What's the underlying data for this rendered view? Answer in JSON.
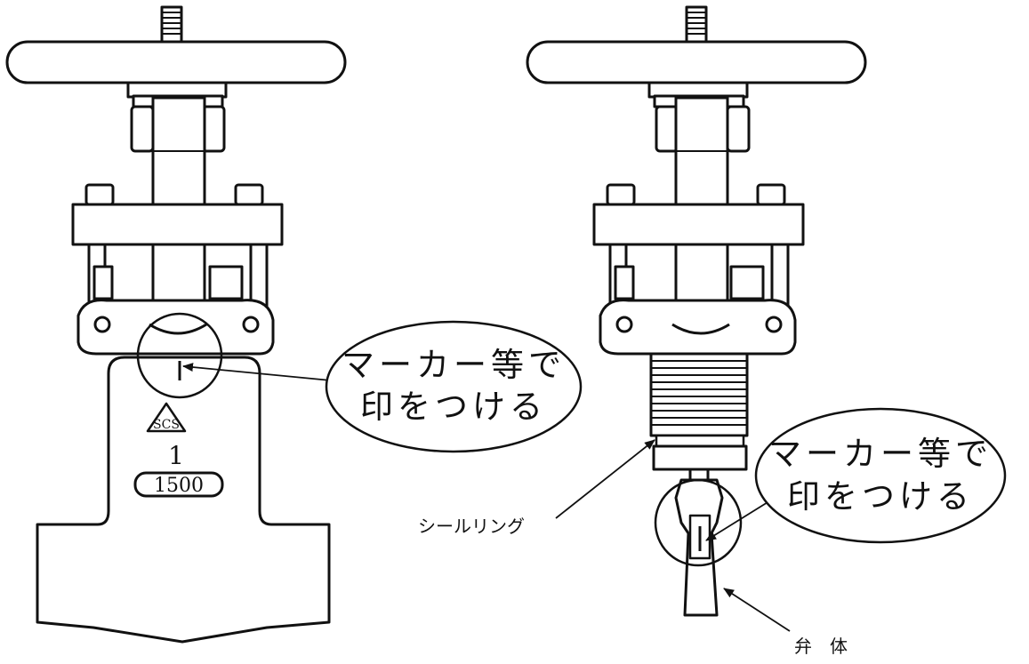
{
  "left_valve": {
    "callout": {
      "line1": "マーカー等で",
      "line2": "印をつける"
    },
    "stamp_logo": "SCS",
    "size_mark": "1",
    "class_mark": "1500"
  },
  "right_valve": {
    "callout": {
      "line1": "マーカー等で",
      "line2": "印をつける"
    },
    "seal_ring_label": "シールリング",
    "disc_label": "弁　体"
  }
}
